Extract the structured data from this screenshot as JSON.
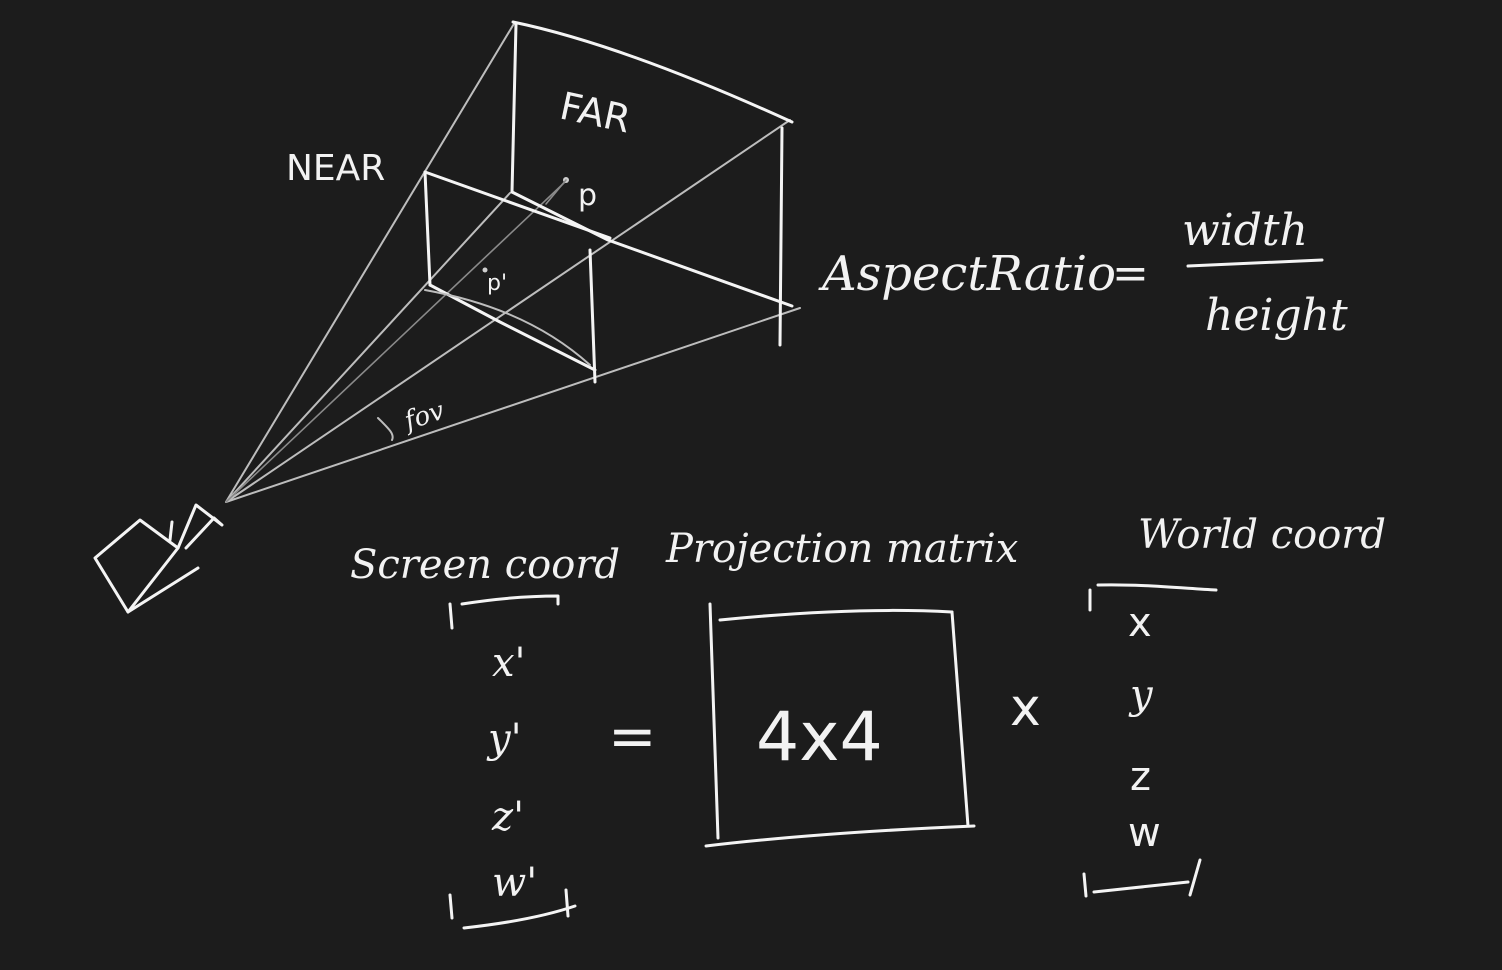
{
  "labels": {
    "far": "FAR",
    "near": "NEAR",
    "point_p": "p",
    "point_p_prime": "p'",
    "fov": "fov",
    "aspect_lhs": "AspectRatio",
    "aspect_equals": "=",
    "aspect_numerator": "width",
    "aspect_denominator": "height"
  },
  "equation": {
    "screen_heading": "Screen coord",
    "projection_heading": "Projection matrix",
    "world_heading": "World coord",
    "screen_vector": [
      "x'",
      "y'",
      "z'",
      "w'"
    ],
    "equals": "=",
    "matrix_label": "4x4",
    "times": "x",
    "world_vector": [
      "x",
      "y",
      "z",
      "w"
    ]
  },
  "colors": {
    "background": "#1c1c1c",
    "chalk": "#f4f4f4",
    "guide_lines": "#bdbdbd"
  },
  "icons": {
    "camera": "camera-icon"
  }
}
